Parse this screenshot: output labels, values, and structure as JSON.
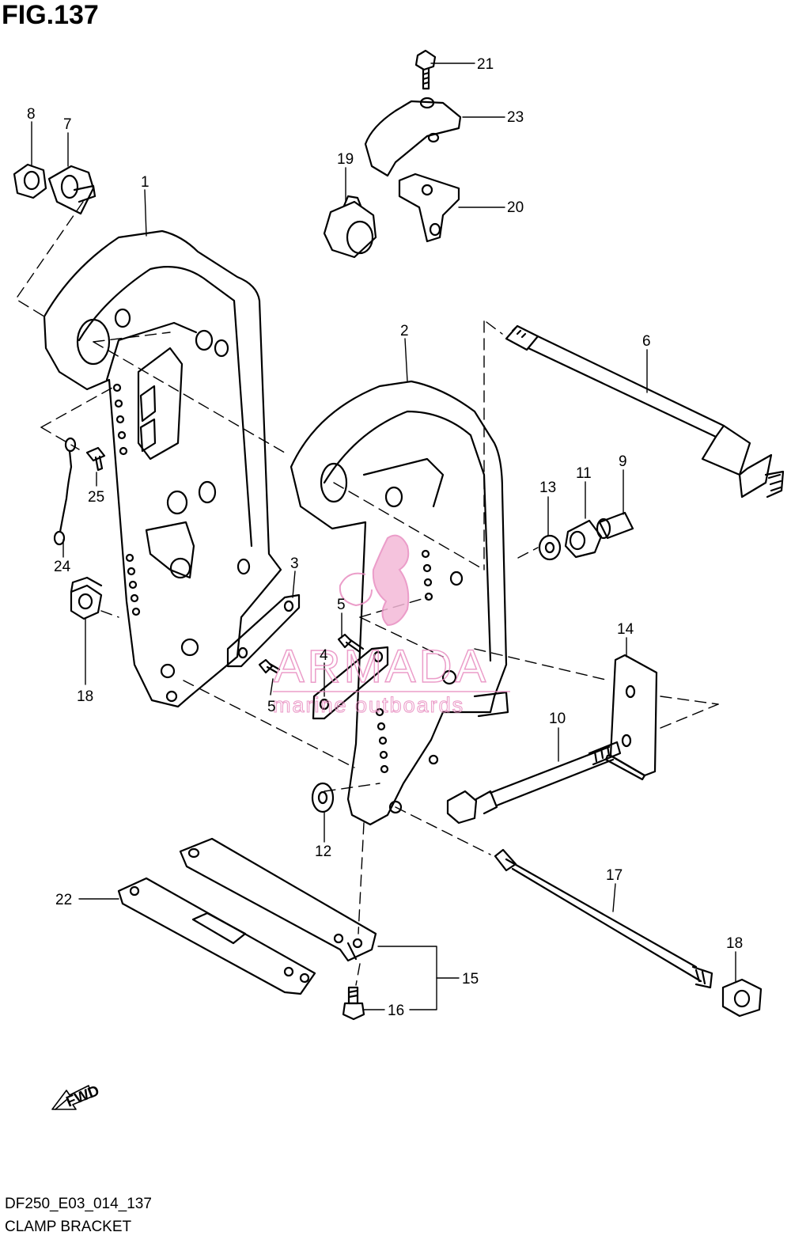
{
  "figure_title": "FIG.137",
  "footer": {
    "diagram_code": "DF250_E03_014_137",
    "diagram_name": "CLAMP BRACKET"
  },
  "watermark": {
    "brand": "ARMADA",
    "tagline": "marine outboards",
    "color": "#e88cc0"
  },
  "fwd_arrow_label": "FWD",
  "callouts": {
    "c1": "1",
    "c2": "2",
    "c3": "3",
    "c4": "4",
    "c5a": "5",
    "c5b": "5",
    "c6": "6",
    "c7": "7",
    "c8": "8",
    "c9": "9",
    "c10": "10",
    "c11": "11",
    "c12": "12",
    "c13": "13",
    "c14": "14",
    "c15": "15",
    "c16": "16",
    "c17": "17",
    "c18a": "18",
    "c18b": "18",
    "c19": "19",
    "c20": "20",
    "c21": "21",
    "c22": "22",
    "c23": "23",
    "c24": "24",
    "c25": "25"
  }
}
